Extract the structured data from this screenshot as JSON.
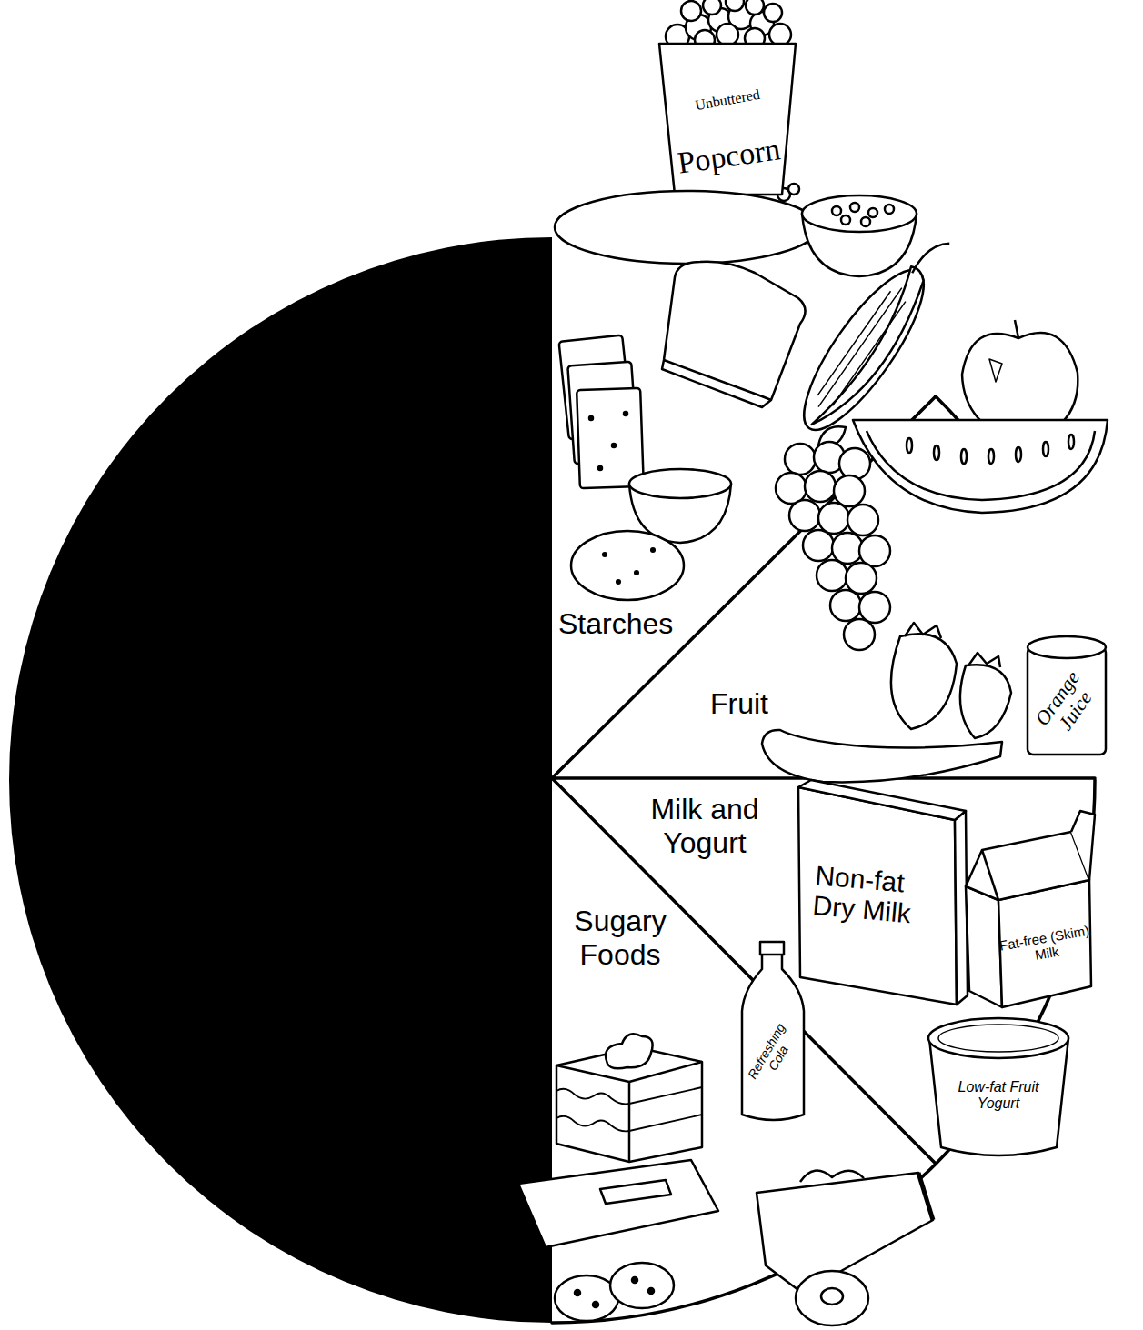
{
  "diagram": {
    "nodes": [
      {
        "text": [
          "Starches"
        ]
      },
      {
        "text": [
          "Fruit"
        ]
      },
      {
        "text": [
          "Milk and Yogurt"
        ]
      },
      {
        "text": [
          "Sugary Foods"
        ]
      }
    ],
    "labels": [
      "Unbuttered",
      "Popcorn",
      "Orange Juice",
      "Non-fat Dry Milk",
      "Fat-free (Skim) Milk",
      "Refreshing Cola",
      "Low-fat Fruit Yogurt"
    ]
  }
}
